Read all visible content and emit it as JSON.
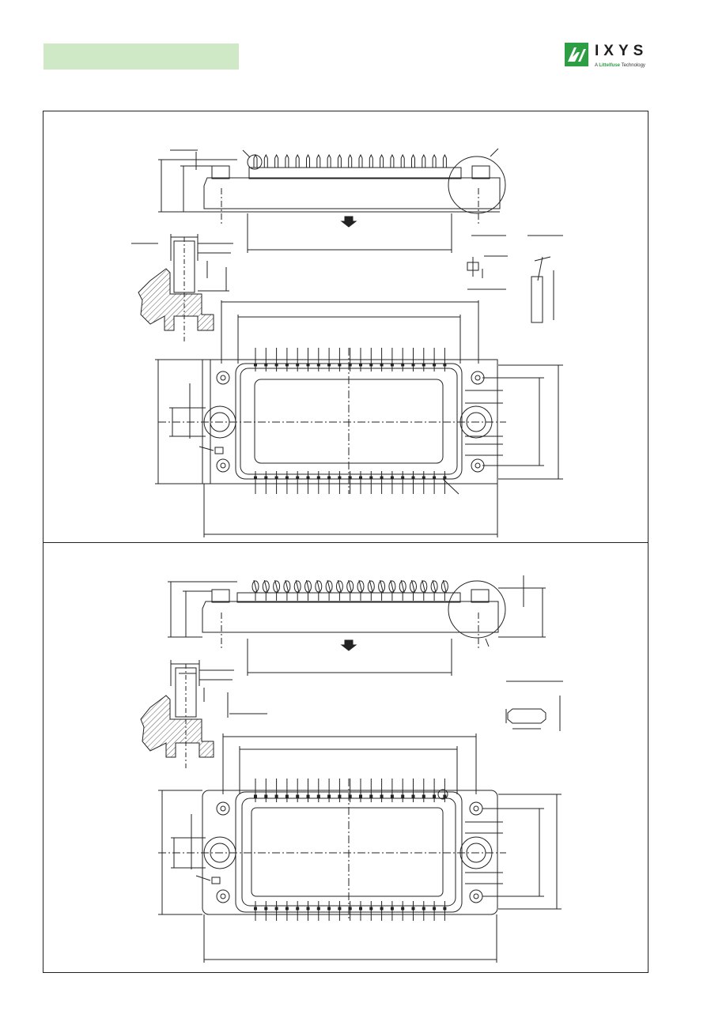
{
  "header": {
    "logo": {
      "brand": "IXYS",
      "tagline_prefix": "A",
      "tagline_brand": "Littelfuse",
      "tagline_suffix": "Technology",
      "brand_color": "#2e9e45"
    },
    "title_bar_color": "#cfe8c6"
  },
  "drawings": [
    {
      "variant": "straight-pins",
      "pin_count": 19
    },
    {
      "variant": "press-fit-pins",
      "pin_count": 19
    }
  ]
}
